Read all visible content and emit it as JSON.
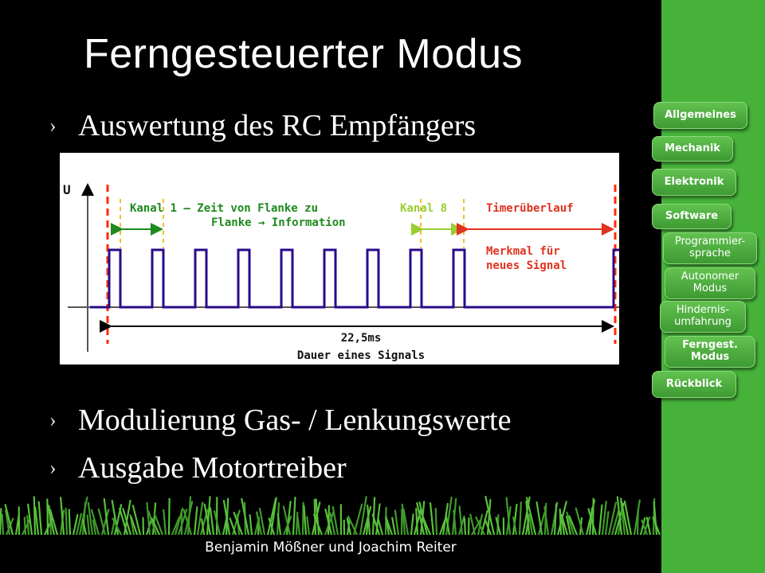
{
  "slide": {
    "title": "Ferngesteuerter Modus",
    "bullets": [
      {
        "marker": "›",
        "text": "Auswertung des RC Empfängers"
      },
      {
        "marker": "›",
        "text": "Modulierung Gas- / Lenkungswerte"
      },
      {
        "marker": "›",
        "text": "Ausgabe Motortreiber"
      }
    ],
    "footer": "Benjamin Mößner und Joachim Reiter"
  },
  "diagram": {
    "axis_label": "U",
    "channel1_line1": "Kanal 1 – Zeit von Flanke zu",
    "channel1_line2": "Flanke → Information",
    "channel8": "Kanal 8",
    "overflow": "Timerüberlauf",
    "feature_line1": "Merkmal für",
    "feature_line2": "neues  Signal",
    "duration": "22,5ms",
    "duration_caption": "Dauer eines Signals",
    "colors": {
      "signal": "#2a0a8a",
      "label": "#1e8a1e",
      "channel8": "#9acd32",
      "overflow": "#e0321e",
      "marker": "#ff2a00",
      "dash": "#f0c020"
    }
  },
  "nav": {
    "items": [
      {
        "label": "Allgemeines"
      },
      {
        "label": "Mechanik"
      },
      {
        "label": "Elektronik"
      },
      {
        "label": "Software"
      },
      {
        "label": "Programmier-\nsprache"
      },
      {
        "label": "Autonomer\nModus"
      },
      {
        "label": "Hindernis-\numfahrung"
      },
      {
        "label": "Ferngest.\nModus"
      },
      {
        "label": "Rückblick"
      }
    ],
    "color": "#46b23a"
  }
}
